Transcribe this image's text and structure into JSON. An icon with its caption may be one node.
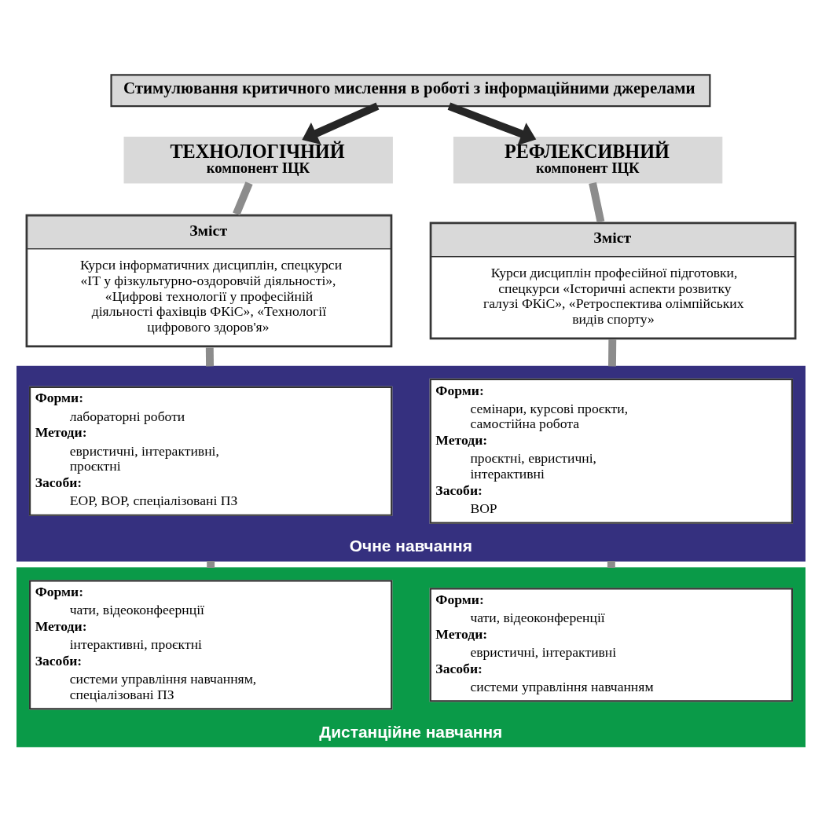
{
  "diagram": {
    "nodes": [
      {
        "text": [
          "Стимулювання критичного мислення в роботі з інформаційними джерелами"
        ]
      },
      {
        "text": [
          "ТЕХНОЛОГІЧНИЙ компонент ІЦК"
        ]
      },
      {
        "text": [
          "РЕФЛЕКСИВНИЙ компонент ІЦК"
        ]
      },
      {
        "text": [
          "Зміст",
          "Курси інформатичних дисциплін, спецкурси «ІТ у фізкультурно-оздоровчій діяльності», «Цифрові технології у професійній діяльності фахівців ФКіС», «Технології цифрового здоров'я»"
        ]
      },
      {
        "text": [
          "Зміст",
          "Курси дисциплін професійної підготовки, спецкурси «Історичні аспекти розвитку галузі ФКіС», «Ретроспектива олімпійських видів спорту»"
        ]
      },
      {
        "text": [
          "Очне навчання"
        ]
      },
      {
        "text": [
          "Форми:",
          "лабораторні роботи",
          "Методи:",
          "евристичні, інтерактивні, проєктні",
          "Засоби:",
          "ЕОР, ВОР, спеціалізовані ПЗ"
        ],
        "in": 5
      },
      {
        "text": [
          "Форми:",
          "семінари, курсові проєкти, самостійна робота",
          "Методи:",
          "проєктні, евристичні, інтерактивні",
          "Засоби:",
          "ВОР"
        ],
        "in": 5
      },
      {
        "text": [
          "Дистанційне навчання"
        ]
      },
      {
        "text": [
          "Форми:",
          "чати, відеоконфеернції",
          "Методи:",
          "інтерактивні, проєктні",
          "Засоби:",
          "системи управління навчанням, спеціалізовані ПЗ"
        ],
        "in": 8
      },
      {
        "text": [
          "Форми:",
          "чати, відеоконференції",
          "Методи:",
          "евристичні, інтерактивні",
          "Засоби:",
          "системи управління навчанням"
        ],
        "in": 8
      }
    ],
    "edges": [
      {
        "from": 0,
        "to": 1,
        "arrow": "to",
        "color": "#262626"
      },
      {
        "from": 0,
        "to": 2,
        "arrow": "to",
        "color": "#262626"
      },
      {
        "from": 1,
        "to": 3,
        "arrow": "none"
      },
      {
        "from": 2,
        "to": 4,
        "arrow": "none"
      },
      {
        "from": 3,
        "to": 5,
        "arrow": "none"
      },
      {
        "from": 4,
        "to": 5,
        "arrow": "none"
      },
      {
        "from": 5,
        "to": 8,
        "arrow": "none"
      },
      {
        "from": 5,
        "to": 8,
        "arrow": "none"
      }
    ]
  }
}
